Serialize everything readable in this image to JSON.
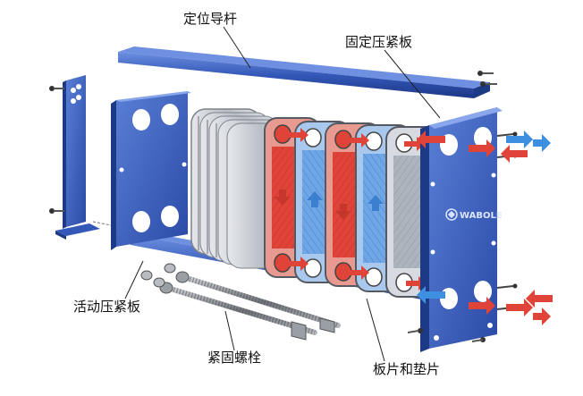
{
  "labels": {
    "guide_bar": "定位导杆",
    "fixed_plate": "固定压紧板",
    "movable_plate": "活动压紧板",
    "tie_bolts": "紧固螺栓",
    "plates_gaskets": "板片和垫片"
  },
  "logo_text": "WABOLE",
  "colors": {
    "frame_blue": "#2f57b8",
    "frame_dark": "#1d3a86",
    "hot_red": "#e04438",
    "cold_blue": "#3f8fe0",
    "plate_gray": "#c9ccd2",
    "bolt_gray": "#8b8f96"
  },
  "icons": {
    "hot_flow": "red-arrow-icon",
    "cold_flow": "blue-arrow-icon"
  }
}
